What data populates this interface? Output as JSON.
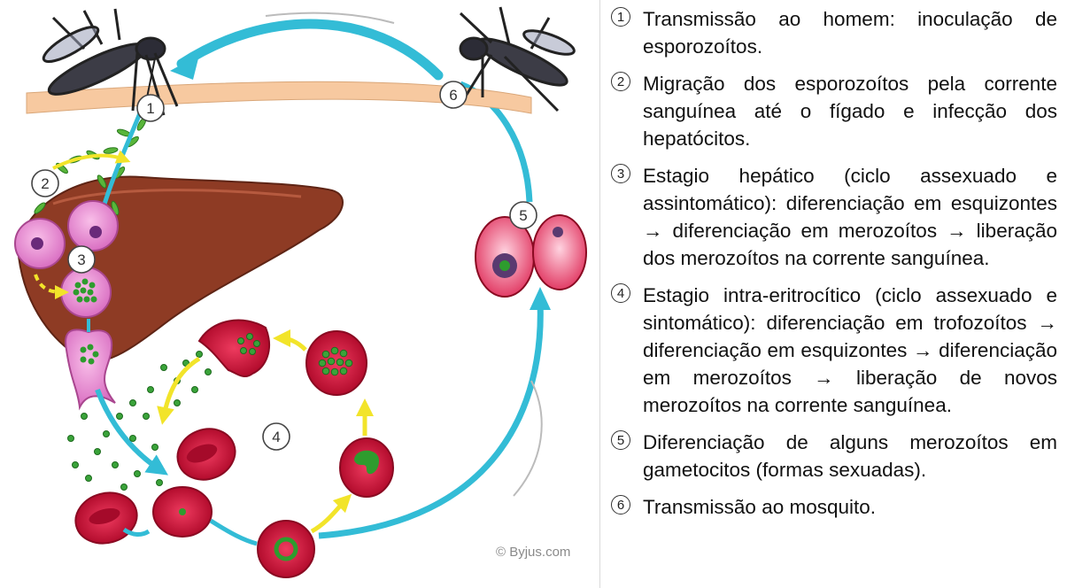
{
  "steps": [
    {
      "num": "1",
      "text": "Transmissão ao homem: inoculação de esporozoítos."
    },
    {
      "num": "2",
      "text": "Migração dos esporozoítos pela corrente sanguínea até o fígado e infecção dos hepatócitos."
    },
    {
      "num": "3",
      "text": "Estagio hepático (ciclo assexuado e assintomático): diferenciação em esquizontes → diferenciação em merozoítos → liberação dos merozoítos na corrente sanguínea."
    },
    {
      "num": "4",
      "text": "Estagio intra-eritrocítico (ciclo assexuado e sintomático): diferenciação em trofozoítos → diferenciação em esquizontes → diferenciação em merozoítos → liberação de novos merozoítos na corrente sanguínea."
    },
    {
      "num": "5",
      "text": "Diferenciação de alguns merozoítos em gametocitos (formas sexuadas)."
    },
    {
      "num": "6",
      "text": "Transmissão ao mosquito."
    }
  ],
  "diagram": {
    "badges": [
      "1",
      "2",
      "3",
      "4",
      "5",
      "6"
    ],
    "credit": "© Byjus.com"
  },
  "colors": {
    "cycle_arrow": "#33bcd6",
    "skin": "#f7c9a0",
    "liver": "#8e3b24",
    "hepatocyte": "#e98bd2",
    "rbc": "#d0143a",
    "merozoite": "#2e9c2e",
    "yellow_arrow": "#f2e42a"
  }
}
